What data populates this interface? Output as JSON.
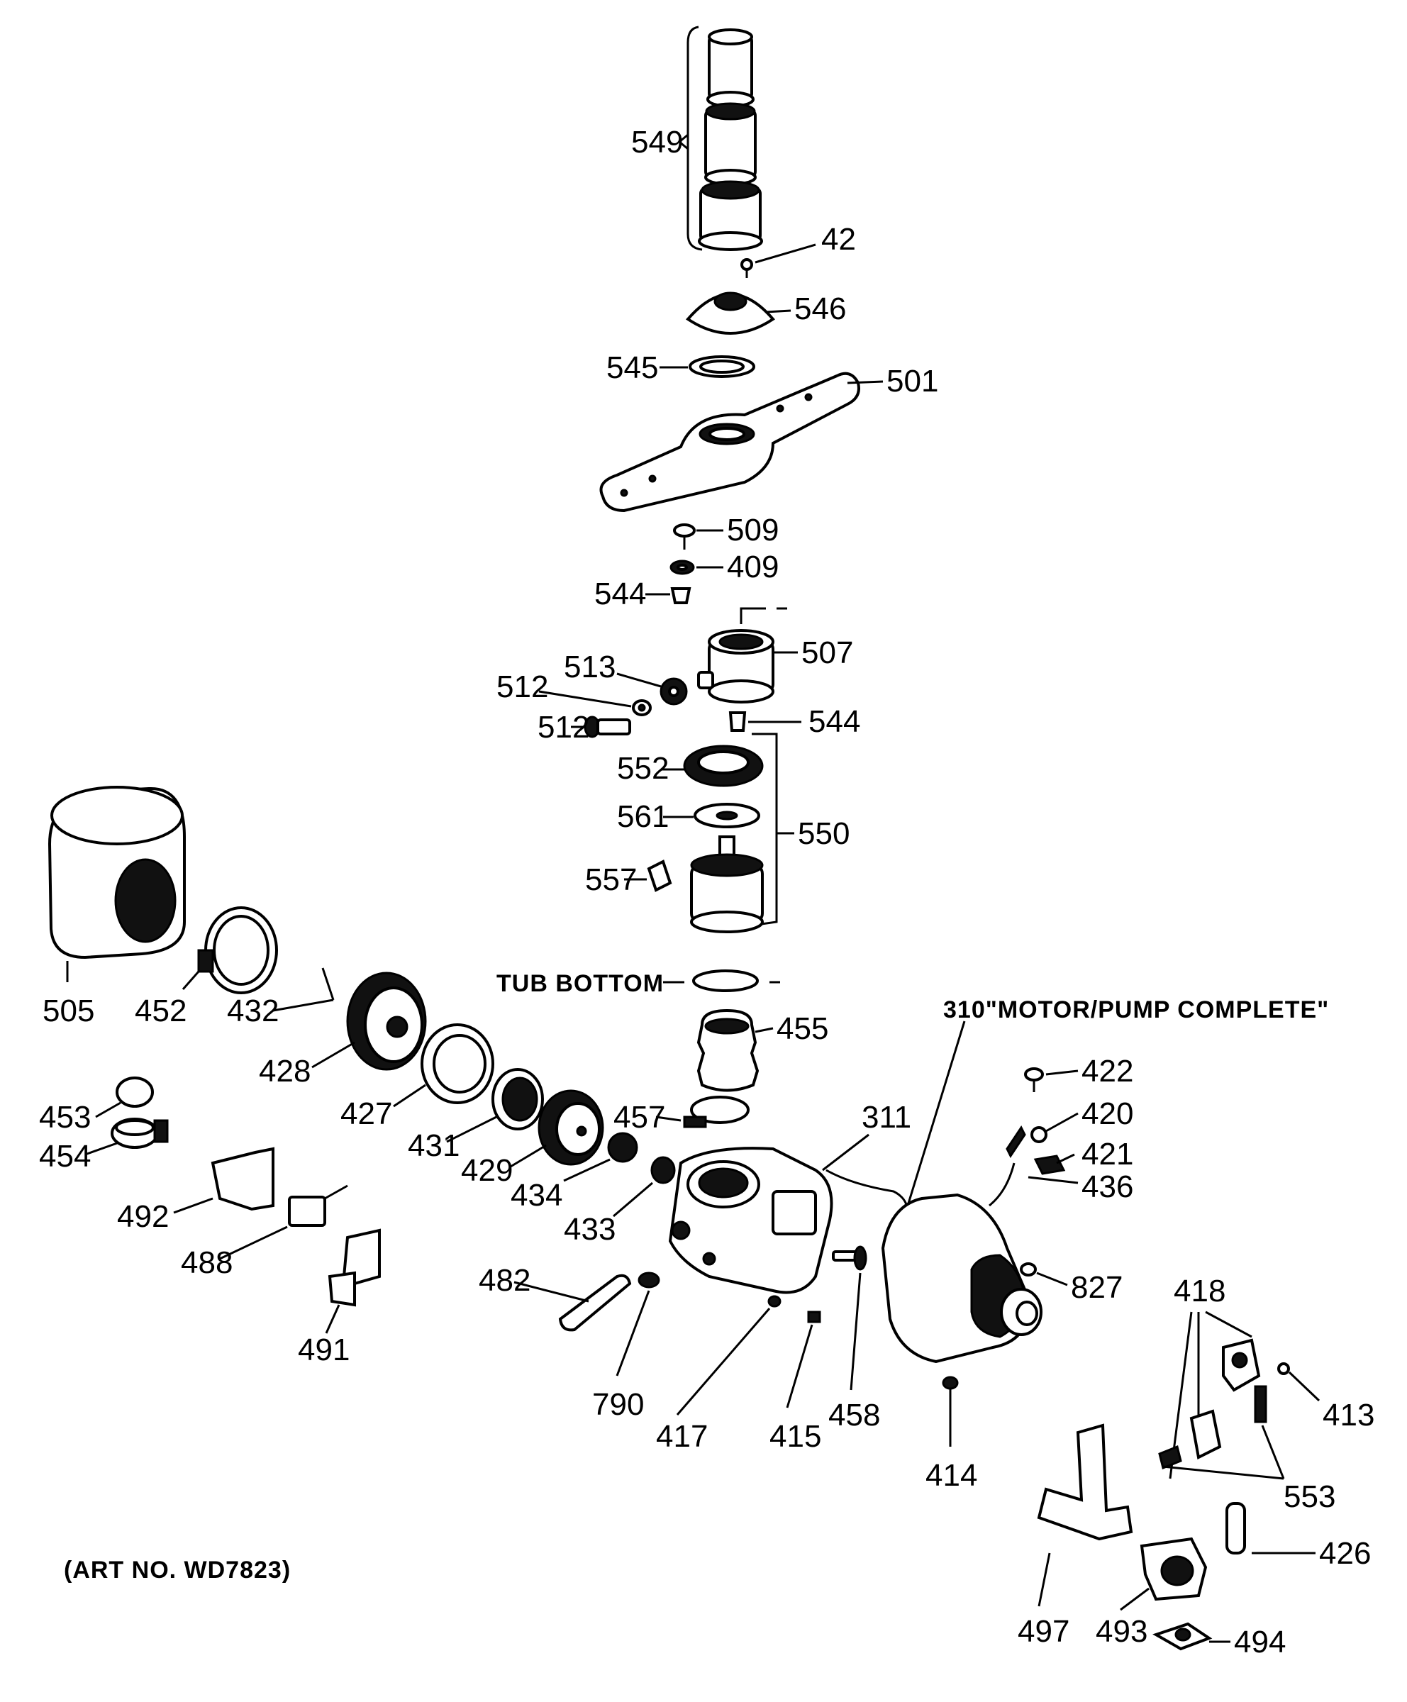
{
  "art_number": "(ART NO. WD7823)",
  "notes": {
    "tub_bottom": "TUB BOTTOM",
    "motor_pump_complete": "310\"MOTOR/PUMP COMPLETE\""
  },
  "part_labels": {
    "p549": "549",
    "p42": "42",
    "p546": "546",
    "p545": "545",
    "p501": "501",
    "p509": "509",
    "p409": "409",
    "p544a": "544",
    "p507": "507",
    "p513": "513",
    "p512a": "512",
    "p512b": "512",
    "p544b": "544",
    "p552": "552",
    "p561": "561",
    "p550": "550",
    "p557": "557",
    "p505": "505",
    "p452": "452",
    "p432": "432",
    "p428": "428",
    "p455": "455",
    "p427": "427",
    "p453": "453",
    "p454": "454",
    "p431": "431",
    "p429": "429",
    "p457": "457",
    "p311": "311",
    "p422": "422",
    "p420": "420",
    "p421": "421",
    "p436": "436",
    "p434": "434",
    "p433": "433",
    "p492": "492",
    "p488": "488",
    "p482": "482",
    "p491": "491",
    "p790": "790",
    "p417": "417",
    "p415": "415",
    "p458": "458",
    "p827": "827",
    "p414": "414",
    "p418": "418",
    "p413": "413",
    "p553": "553",
    "p426": "426",
    "p497": "497",
    "p493": "493",
    "p494": "494"
  },
  "colors": {
    "ink": "#000000",
    "paper": "#ffffff"
  }
}
